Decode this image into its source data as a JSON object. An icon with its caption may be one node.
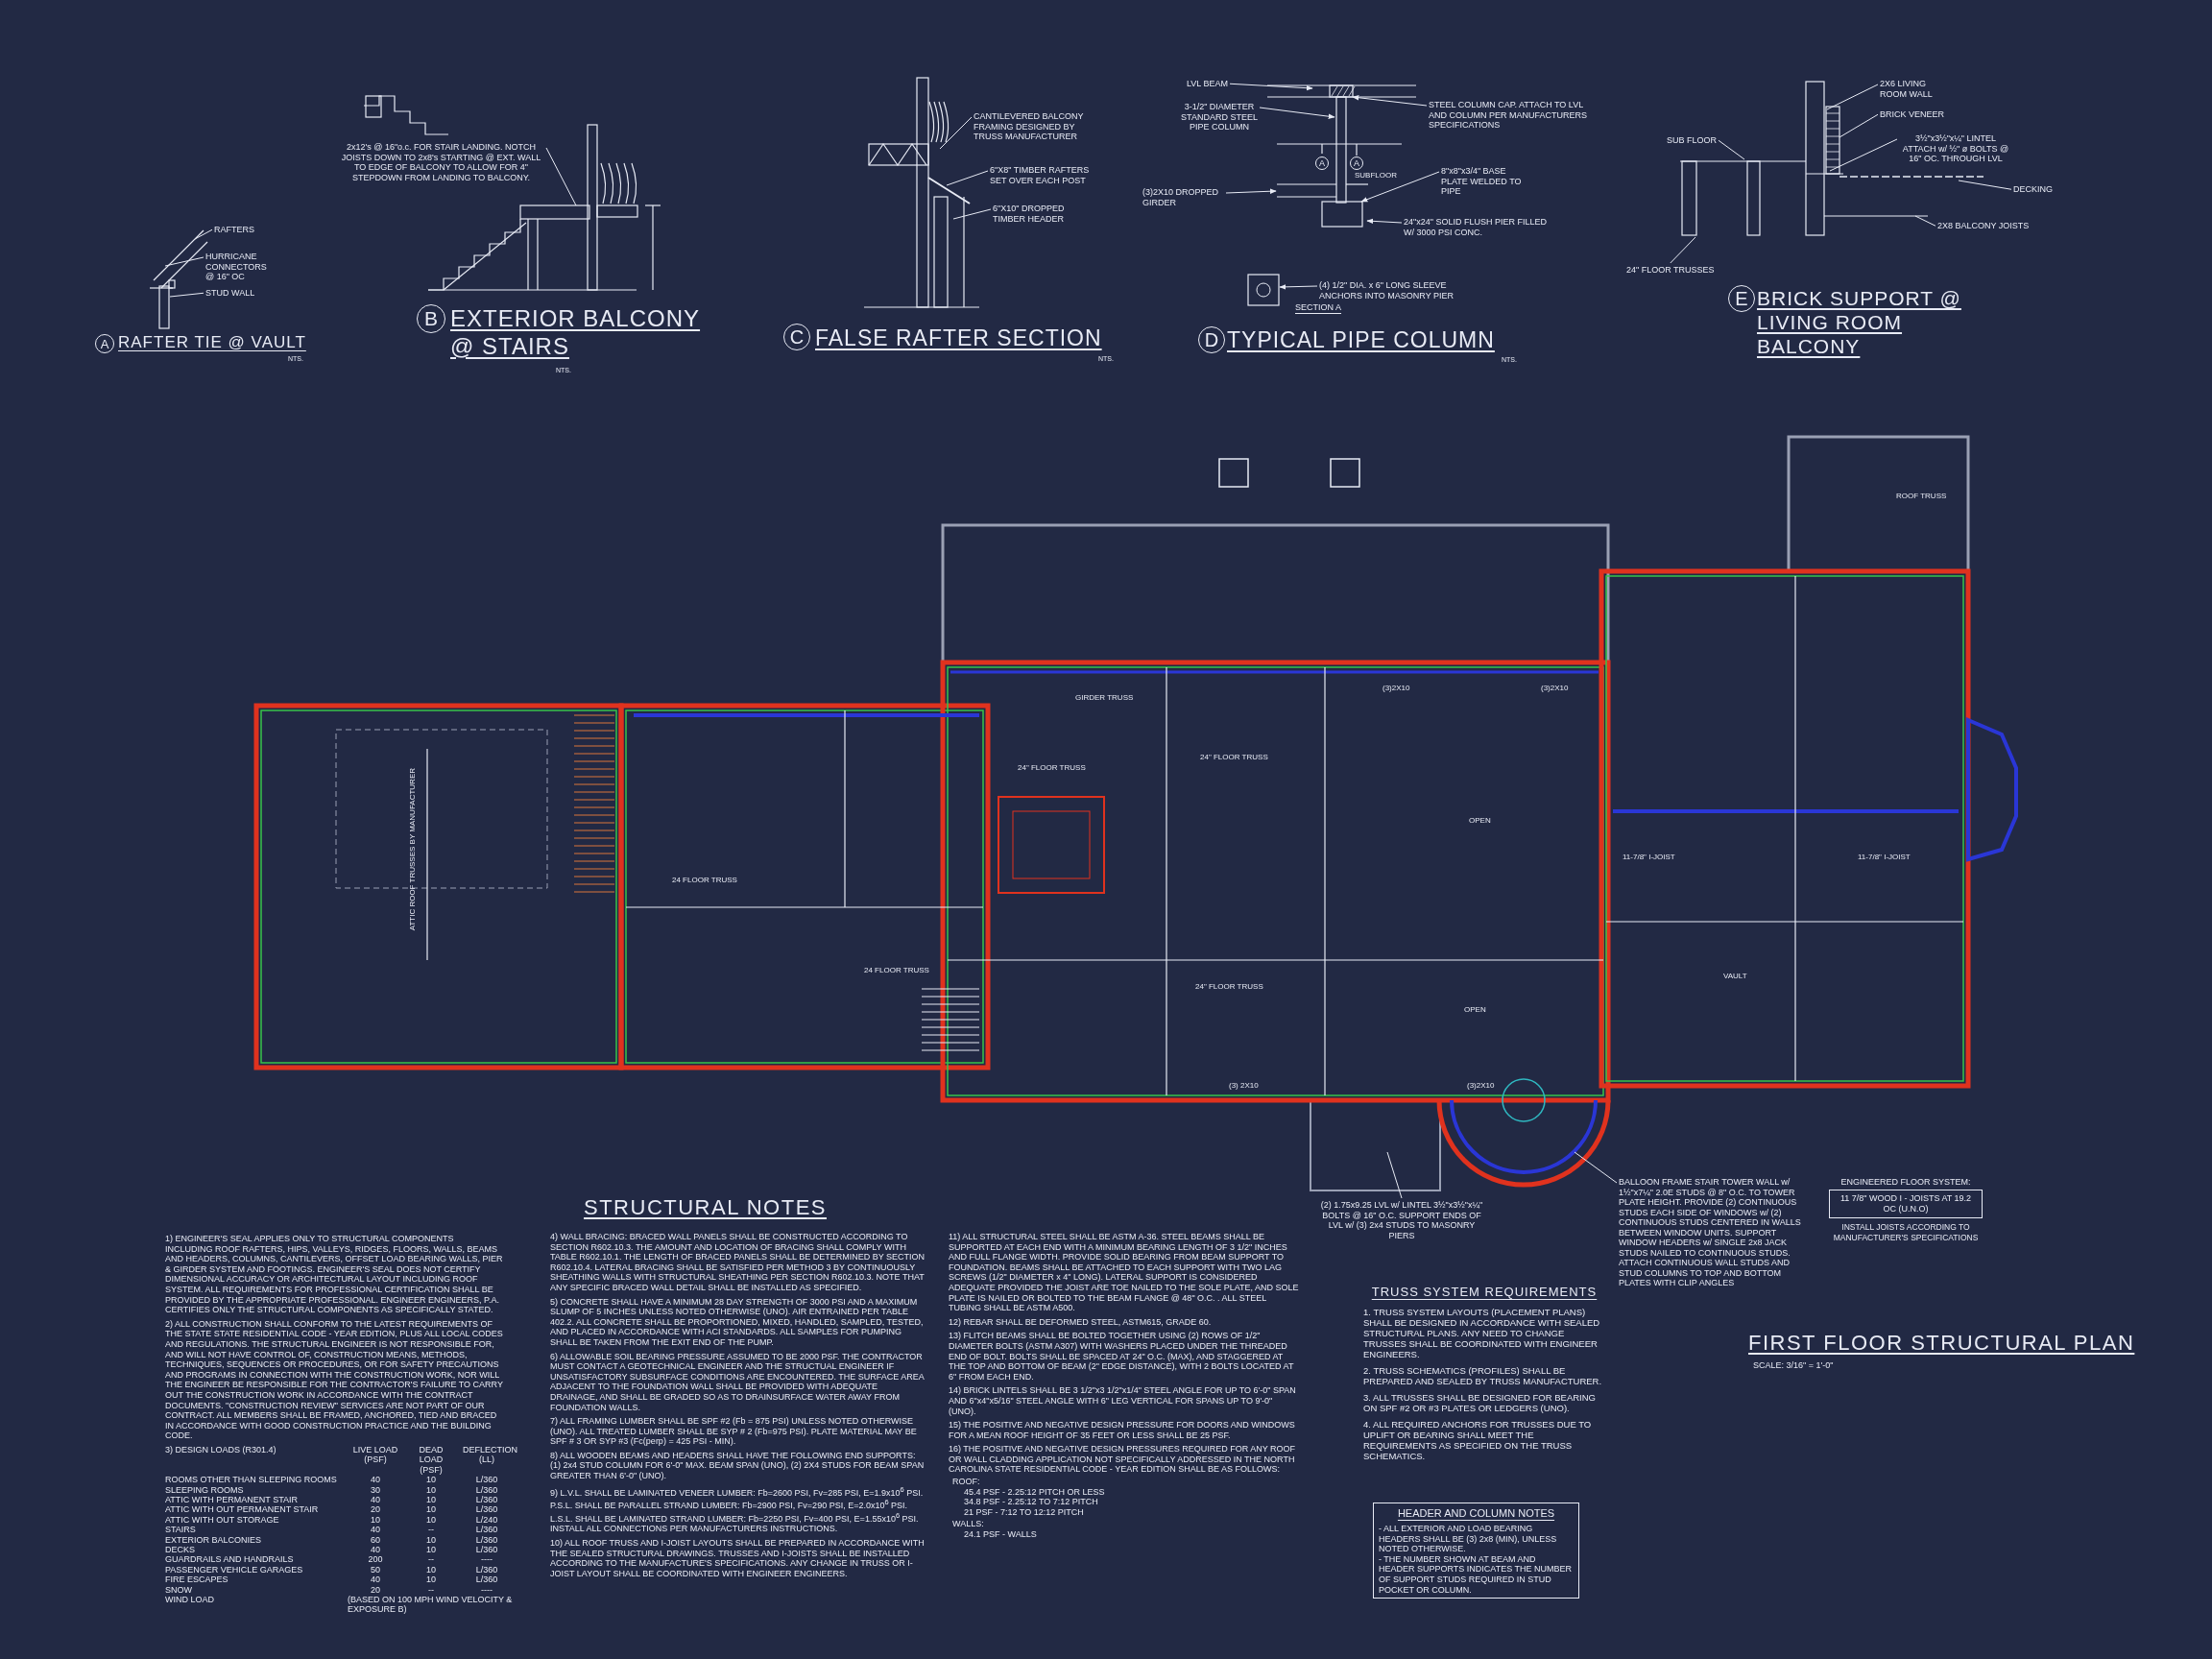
{
  "diagram": {
    "title": "FIRST FLOOR STRUCTURAL PLAN",
    "caption": "SCALE: 3/16\" = 1'-0\"",
    "nodes": [
      {
        "text": [
          "RAFTERS"
        ]
      },
      {
        "text": [
          "HURRICANE CONNECTORS @ 16\" OC"
        ]
      },
      {
        "text": [
          "STUD WALL"
        ]
      },
      {
        "text": [
          "A"
        ],
        "beside": [
          "RAFTER TIE @ VAULT",
          "NTS."
        ]
      },
      {
        "text": [
          "2x12's @ 16\"o.c. FOR STAIR LANDING. NOTCH JOISTS DOWN TO 2x8's STARTING @ EXT. WALL TO EDGE OF BALCONY TO ALLOW FOR 4\" STEPDOWN FROM LANDING TO BALCONY."
        ]
      },
      {
        "text": [
          "B"
        ],
        "beside": [
          "EXTERIOR BALCONY @ STAIRS",
          "NTS."
        ]
      },
      {
        "text": [
          "CANTILEVERED BALCONY FRAMING DESIGNED BY TRUSS MANUFACTURER"
        ]
      },
      {
        "text": [
          "6\"X8\" TIMBER RAFTERS SET OVER EACH POST"
        ]
      },
      {
        "text": [
          "6\"X10\" DROPPED TIMBER HEADER"
        ]
      },
      {
        "text": [
          "C"
        ],
        "beside": [
          "FALSE RAFTER SECTION",
          "NTS."
        ]
      },
      {
        "text": [
          "LVL BEAM"
        ]
      },
      {
        "text": [
          "3-1/2\" DIAMETER STANDARD STEEL PIPE COLUMN"
        ]
      },
      {
        "text": [
          "STEEL COLUMN CAP. ATTACH TO LVL AND COLUMN PER MANUFACTURERS SPECIFICATIONS"
        ]
      },
      {
        "text": [
          "8\"x8\"x3/4\" BASE PLATE WELDED TO PIPE"
        ]
      },
      {
        "text": [
          "(3)2X10 DROPPED GIRDER"
        ]
      },
      {
        "text": [
          "24\"x24\" SOLID FLUSH PIER FILLED W/ 3000 PSI CONC."
        ]
      },
      {
        "text": [
          "(4) 1/2\" DIA. x 6\" LONG SLEEVE ANCHORS INTO MASONRY PIER"
        ]
      },
      {
        "text": [
          "D"
        ],
        "beside": [
          "TYPICAL PIPE COLUMN",
          "NTS."
        ]
      },
      {
        "text": [
          "2X6 LIVING ROOM WALL"
        ],
        "in": 36
      },
      {
        "text": [
          "BRICK VENEER"
        ],
        "in": 36
      },
      {
        "text": [
          "3½\"x3½\"x¼\" LINTEL ATTACH w/ ½\" ø BOLTS @ 16\" OC. THROUGH LVL"
        ]
      },
      {
        "text": [
          "SUB FLOOR"
        ]
      },
      {
        "text": [
          "DECKING"
        ]
      },
      {
        "text": [
          "2X8 BALCONY JOISTS"
        ]
      },
      {
        "text": [
          "24\" FLOOR TRUSSES"
        ]
      },
      {
        "text": [
          "E"
        ],
        "beside": [
          "BRICK SUPPORT @ LIVING ROOM BALCONY"
        ]
      },
      {
        "text": [
          "(2) 1.75x9.25 LVL w/ LINTEL 3½\"x3½\"x¼\" BOLTS @ 16\" O.C. SUPPORT ENDS OF LVL w/ (3) 2x4 STUDS TO MASONRY PIERS"
        ]
      },
      {
        "text": [
          "BALLOON FRAME STAIR TOWER WALL w/ 1½\"x7¼\" 2.0E STUDS @ 8\" O.C. TO TOWER PLATE HEIGHT. PROVIDE (2) CONTINUOUS STUDS EACH SIDE OF WINDOWS w/ (2) CONTINUOUS STUDS CENTERED IN WALLS BETWEEN WINDOW UNITS. SUPPORT WINDOW HEADERS w/ SINGLE 2x8 JACK STUDS NAILED TO CONTINUOUS STUDS. ATTACH CONTINUOUS WALL STUDS AND STUD COLUMNS TO TOP AND BOTTOM PLATES WITH CLIP ANGLES"
        ]
      },
      {
        "text": [
          "ENGINEERED FLOOR SYSTEM:",
          "11 7/8\" WOOD I - JOISTS AT 19.2 OC (U.N.O)"
        ],
        "beside": [
          "INSTALL JOISTS ACCORDING TO MANUFACTURER'S SPECIFICATIONS"
        ]
      },
      {
        "text": [
          "HEADER AND COLUMN NOTES",
          "- ALL EXTERIOR AND LOAD BEARING HEADERS SHALL BE (3) 2x8 (MIN), UNLESS NOTED OTHERWISE.",
          "- THE NUMBER SHOWN AT BEAM AND HEADER SUPPORTS INDICATES THE NUMBER OF SUPPORT STUDS REQUIRED IN STUD POCKET OR COLUMN."
        ]
      },
      {
        "text": [
          "A"
        ],
        "in": 35
      },
      {
        "text": [
          "A"
        ],
        "in": 35
      },
      {
        "text": [],
        "shape": "picture"
      },
      {
        "text": [],
        "shape": "picture"
      },
      {
        "text": [],
        "shape": "picture"
      },
      {
        "text": [],
        "shape": "picture"
      },
      {
        "text": [],
        "shape": "picture"
      },
      {
        "text": [],
        "shape": "picture"
      }
    ],
    "edges": [
      {
        "from": 0,
        "to": 32,
        "arrow": "none"
      },
      {
        "from": 1,
        "to": 32,
        "arrow": "none"
      },
      {
        "from": 2,
        "to": 32,
        "arrow": "none"
      },
      {
        "from": 4,
        "to": 33,
        "arrow": "none"
      },
      {
        "from": 6,
        "to": 34,
        "arrow": "none"
      },
      {
        "from": 7,
        "to": 34,
        "arrow": "none"
      },
      {
        "from": 8,
        "to": 34,
        "arrow": "none"
      },
      {
        "from": 10,
        "to": 35,
        "arrow": "to"
      },
      {
        "from": 11,
        "to": 35,
        "arrow": "to"
      },
      {
        "from": 12,
        "to": 35,
        "arrow": "to"
      },
      {
        "from": 13,
        "to": 35,
        "arrow": "to"
      },
      {
        "from": 14,
        "to": 35,
        "arrow": "to"
      },
      {
        "from": 15,
        "to": 35,
        "arrow": "to"
      },
      {
        "from": 16,
        "to": 35,
        "arrow": "to"
      },
      {
        "from": 18,
        "to": 36,
        "arrow": "none"
      },
      {
        "from": 19,
        "to": 36,
        "arrow": "none"
      },
      {
        "from": 20,
        "to": 36,
        "arrow": "none"
      },
      {
        "from": 21,
        "to": 36,
        "arrow": "none"
      },
      {
        "from": 22,
        "to": 36,
        "arrow": "none"
      },
      {
        "from": 23,
        "to": 36,
        "arrow": "none"
      },
      {
        "from": 24,
        "to": 36,
        "arrow": "none"
      },
      {
        "from": 26,
        "to": 37,
        "arrow": "none"
      },
      {
        "from": 27,
        "to": 37,
        "arrow": "none"
      }
    ],
    "labels": [
      "SUBFLOOR",
      "SECTION A",
      "ROOF TRUSS",
      "GIRDER TRUSS",
      "(3)2X10",
      "(3)2X10",
      "24\" FLOOR TRUSS",
      "24\" FLOOR TRUSS",
      "ATTIC ROOF TRUSSES BY MANUFACTURER",
      "24 FLOOR TRUSS",
      "OPEN",
      "11-7/8\" I-JOIST",
      "11-7/8\" I-JOIST",
      "24 FLOOR TRUSS",
      "VAULT",
      "24\" FLOOR TRUSS",
      "OPEN",
      "(3) 2X10",
      "(3)2X10",
      "STRUCTURAL NOTES",
      "1) ENGINEER'S SEAL APPLIES ONLY TO STRUCTURAL COMPONENTS INCLUDING ROOF RAFTERS, HIPS, VALLEYS, RIDGES, FLOORS, WALLS, BEAMS AND HEADERS, COLUMNS, CANTILEVERS, OFFSET LOAD BEARING WALLS, PIER & GIRDER SYSTEM AND FOOTINGS. ENGINEER'S SEAL DOES NOT CERTIFY DIMENSIONAL ACCURACY OR ARCHITECTURAL LAYOUT INCLUDING ROOF SYSTEM. ALL REQUIREMENTS FOR PROFESSIONAL CERTIFICATION SHALL BE PROVIDED BY THE APPROPRIATE PROFESSIONAL. ENGINEER ENGINEERS, P.A. CERTIFIES ONLY THE STRUCTURAL COMPONENTS AS SPECIFICALLY STATED.",
      "2) ALL CONSTRUCTION SHALL CONFORM TO THE LATEST REQUIREMENTS OF THE STATE STATE RESIDENTIAL CODE - YEAR EDITION, PLUS ALL LOCAL CODES AND REGULATIONS. THE STRUCTURAL ENGINEER IS NOT RESPONSIBLE FOR, AND WILL NOT HAVE CONTROL OF, CONSTRUCTION MEANS, METHODS, TECHNIQUES, SEQUENCES OR PROCEDURES, OR FOR SAFETY PRECAUTIONS AND PROGRAMS IN CONNECTION WITH THE CONSTRUCTION WORK, NOR WILL THE ENGINEER BE RESPONSIBLE FOR THE CONTRACTOR'S FAILURE TO CARRY OUT THE CONSTRUCTION WORK IN ACCORDANCE WITH THE CONTRACT DOCUMENTS. \"CONSTRUCTION REVIEW\" SERVICES ARE NOT PART OF OUR CONTRACT. ALL MEMBERS SHALL BE FRAMED, ANCHORED, TIED AND BRACED IN ACCORDANCE WITH GOOD CONSTRUCTION PRACTICE AND THE BUILDING CODE.",
      "3) DESIGN LOADS (R301.4)",
      "LIVE LOAD (PSF)",
      "DEAD LOAD (PSF)",
      "DEFLECTION (LL)",
      "ROOMS OTHER THAN SLEEPING ROOMS",
      "40",
      "10",
      "L/360",
      "SLEEPING ROOMS",
      "30",
      "10",
      "L/360",
      "ATTIC WITH PERMANENT STAIR",
      "40",
      "10",
      "L/360",
      "ATTIC WITH OUT PERMANENT STAIR",
      "20",
      "10",
      "L/360",
      "ATTIC WITH OUT STORAGE",
      "10",
      "10",
      "L/240",
      "STAIRS",
      "40",
      "--",
      "L/360",
      "EXTERIOR BALCONIES",
      "60",
      "10",
      "L/360",
      "DECKS",
      "40",
      "10",
      "L/360",
      "GUARDRAILS AND HANDRAILS",
      "200",
      "--",
      "----",
      "PASSENGER VEHICLE GARAGES",
      "50",
      "10",
      "L/360",
      "FIRE ESCAPES",
      "40",
      "10",
      "L/360",
      "SNOW",
      "20",
      "--",
      "----",
      "WIND LOAD",
      "(BASED ON 100 MPH WIND VELOCITY & EXPOSURE B)",
      "4) WALL BRACING: BRACED WALL PANELS SHALL BE CONSTRUCTED ACCORDING TO SECTION R602.10.3. THE AMOUNT AND LOCATION OF BRACING SHALL COMPLY WITH TABLE R602.10.1. THE LENGTH OF BRACED PANELS SHALL BE DETERMINED BY SECTION R602.10.4. LATERAL BRACING SHALL BE SATISFIED PER METHOD 3 BY CONTINUOUSLY SHEATHING WALLS WITH STRUCTURAL SHEATHING PER SECTION R602.10.3. NOTE THAT ANY SPECIFIC BRACED WALL DETAIL SHALL BE INSTALLED AS SPECIFIED.",
      "5) CONCRETE SHALL HAVE A MINIMUM 28 DAY STRENGTH OF 3000 PSI AND A MAXIMUM SLUMP OF 5 INCHES UNLESS NOTED OTHERWISE (UNO). AIR ENTRAINED PER TABLE 402.2. ALL CONCRETE SHALL BE PROPORTIONED, MIXED, HANDLED, SAMPLED, TESTED, AND PLACED IN ACCORDANCE WITH ACI STANDARDS. ALL SAMPLES FOR PUMPING SHALL BE TAKEN FROM THE EXIT END OF THE PUMP.",
      "6) ALLOWABLE SOIL BEARING PRESSURE ASSUMED TO BE 2000 PSF. THE CONTRACTOR MUST CONTACT A GEOTECHNICAL ENGINEER AND THE STRUCTUAL ENGINEER IF UNSATISFACTORY SUBSURFACE CONDITIONS ARE ENCOUNTERED. THE SURFACE AREA ADJACENT TO THE FOUNDATION WALL SHALL BE PROVIDED WITH ADEQUATE DRAINAGE, AND SHALL BE GRADED SO AS TO DRAINSURFACE WATER AWAY FROM FOUNDATION WALLS.",
      "7) ALL FRAMING LUMBER SHALL BE SPF #2 (Fb = 875 PSI) UNLESS NOTED OTHERWISE (UNO). ALL TREATED LUMBER SHALL BE SYP # 2 (Fb=975 PSI). PLATE MATERIAL MAY BE SPF # 3 OR SYP #3 (Fc(perp) = 425 PSI - MIN).",
      "8) ALL WOODEN BEAMS AND HEADERS SHALL HAVE THE FOLLOWING END SUPPORTS: (1) 2x4 STUD COLUMN FOR 6'-0\" MAX. BEAM SPAN (UNO), (2) 2X4 STUDS FOR BEAM SPAN GREATER THAN 6'-0\" (UNO).",
      "9) L.V.L. SHALL BE LAMINATED VENEER LUMBER: Fb=2600 PSI, Fv=285 PSI, E=1.9x10$^{6}$ PSI. P.S.L. SHALL BE PARALLEL STRAND LUMBER: Fb=2900 PSI, Fv=290 PSI, E=2.0x10$^{6}$ PSI. L.S.L. SHALL BE LAMINATED STRAND LUMBER: Fb=2250 PSI, Fv=400 PSI, E=1.55x10$^{6}$ PSI. INSTALL ALL CONNECTIONS PER MANUFACTURERS INSTRUCTIONS.",
      "10) ALL ROOF TRUSS AND I-JOIST LAYOUTS SHALL BE PREPARED IN ACCORDANCE WITH THE SEALED STRUCTURAL DRAWINGS. TRUSSES AND I-JOISTS SHALL BE INSTALLED ACCORDING TO THE MANUFACTURE'S SPECIFICATIONS. ANY CHANGE IN TRUSS OR I-JOIST LAYOUT SHALL BE COORDINATED WITH ENGINEER ENGINEERS.",
      "11) ALL STRUCTURAL STEEL SHALL BE ASTM A-36. STEEL BEAMS SHALL BE SUPPORTED AT EACH END WITH A MINIMUM BEARING LENGTH OF 3 1/2\" INCHES AND FULL FLANGE WIDTH. PROVIDE SOLID BEARING FROM BEAM SUPPORT TO FOUNDATION. BEAMS SHALL BE ATTACHED TO EACH SUPPORT WITH TWO LAG SCREWS (1/2\" DIAMETER x 4\" LONG). LATERAL SUPPORT IS CONSIDERED ADEQUATE PROVIDED THE JOIST ARE TOE NAILED TO THE SOLE PLATE, AND SOLE PLATE IS NAILED OR BOLTED TO THE BEAM FLANGE @ 48\" O.C. . ALL STEEL TUBING SHALL BE ASTM A500.",
      "12) REBAR SHALL BE DEFORMED STEEL, ASTM615, GRADE 60.",
      "13) FLITCH BEAMS SHALL BE BOLTED TOGETHER USING (2) ROWS OF 1/2\" DIAMETER BOLTS (ASTM A307) WITH WASHERS PLACED UNDER THE THREADED END OF BOLT. BOLTS SHALL BE SPACED AT 24\" O.C. (MAX), AND STAGGERED AT THE TOP AND BOTTOM OF BEAM (2\" EDGE DISTANCE), WITH 2 BOLTS LOCATED AT 6\" FROM EACH END.",
      "14) BRICK LINTELS SHALL BE 3 1/2\"x3 1/2\"x1/4\" STEEL ANGLE FOR UP TO 6'-0\" SPAN AND 6\"x4\"x5/16\" STEEL ANGLE WITH 6\" LEG VERTICAL FOR SPANS UP TO 9'-0\" (UNO).",
      "15) THE POSITIVE AND NEGATIVE DESIGN PRESSURE FOR DOORS AND WINDOWS FOR A MEAN ROOF HEIGHT OF 35 FEET OR LESS SHALL BE 25 PSF.",
      "16) THE POSITIVE AND NEGATIVE DESIGN PRESSURES REQUIRED FOR ANY ROOF OR WALL CLADDING APPLICATION NOT SPECIFICALLY ADDRESSED IN THE NORTH CAROLINA STATE RESIDENTIAL CODE - YEAR EDITION SHALL BE AS FOLLOWS:",
      "ROOF:",
      "45.4 PSF - 2.25:12 PITCH OR LESS",
      "34.8 PSF - 2.25:12 TO 7:12 PITCH",
      "21 PSF - 7:12 TO 12:12 PITCH",
      "WALLS:",
      "24.1 PSF - WALLS",
      "TRUSS SYSTEM REQUIREMENTS",
      "1. TRUSS SYSTEM LAYOUTS (PLACEMENT PLANS) SHALL BE DESIGNED IN ACCORDANCE WITH SEALED STRUCTURAL PLANS. ANY NEED TO CHANGE TRUSSES SHALL BE COORDINATED WITH ENGINEER ENGINEERS.",
      "2. TRUSS SCHEMATICS (PROFILES) SHALL BE PREPARED AND SEALED BY TRUSS MANUFACTURER.",
      "3. ALL TRUSSES SHALL BE DESIGNED FOR BEARING ON SPF #2 OR #3 PLATES OR LEDGERS (UNO).",
      "4. ALL REQUIRED ANCHORS FOR TRUSSES DUE TO UPLIFT OR BEARING SHALL MEET THE REQUIREMENTS AS SPECIFIED ON THE TRUSS SCHEMATICS."
    ]
  }
}
